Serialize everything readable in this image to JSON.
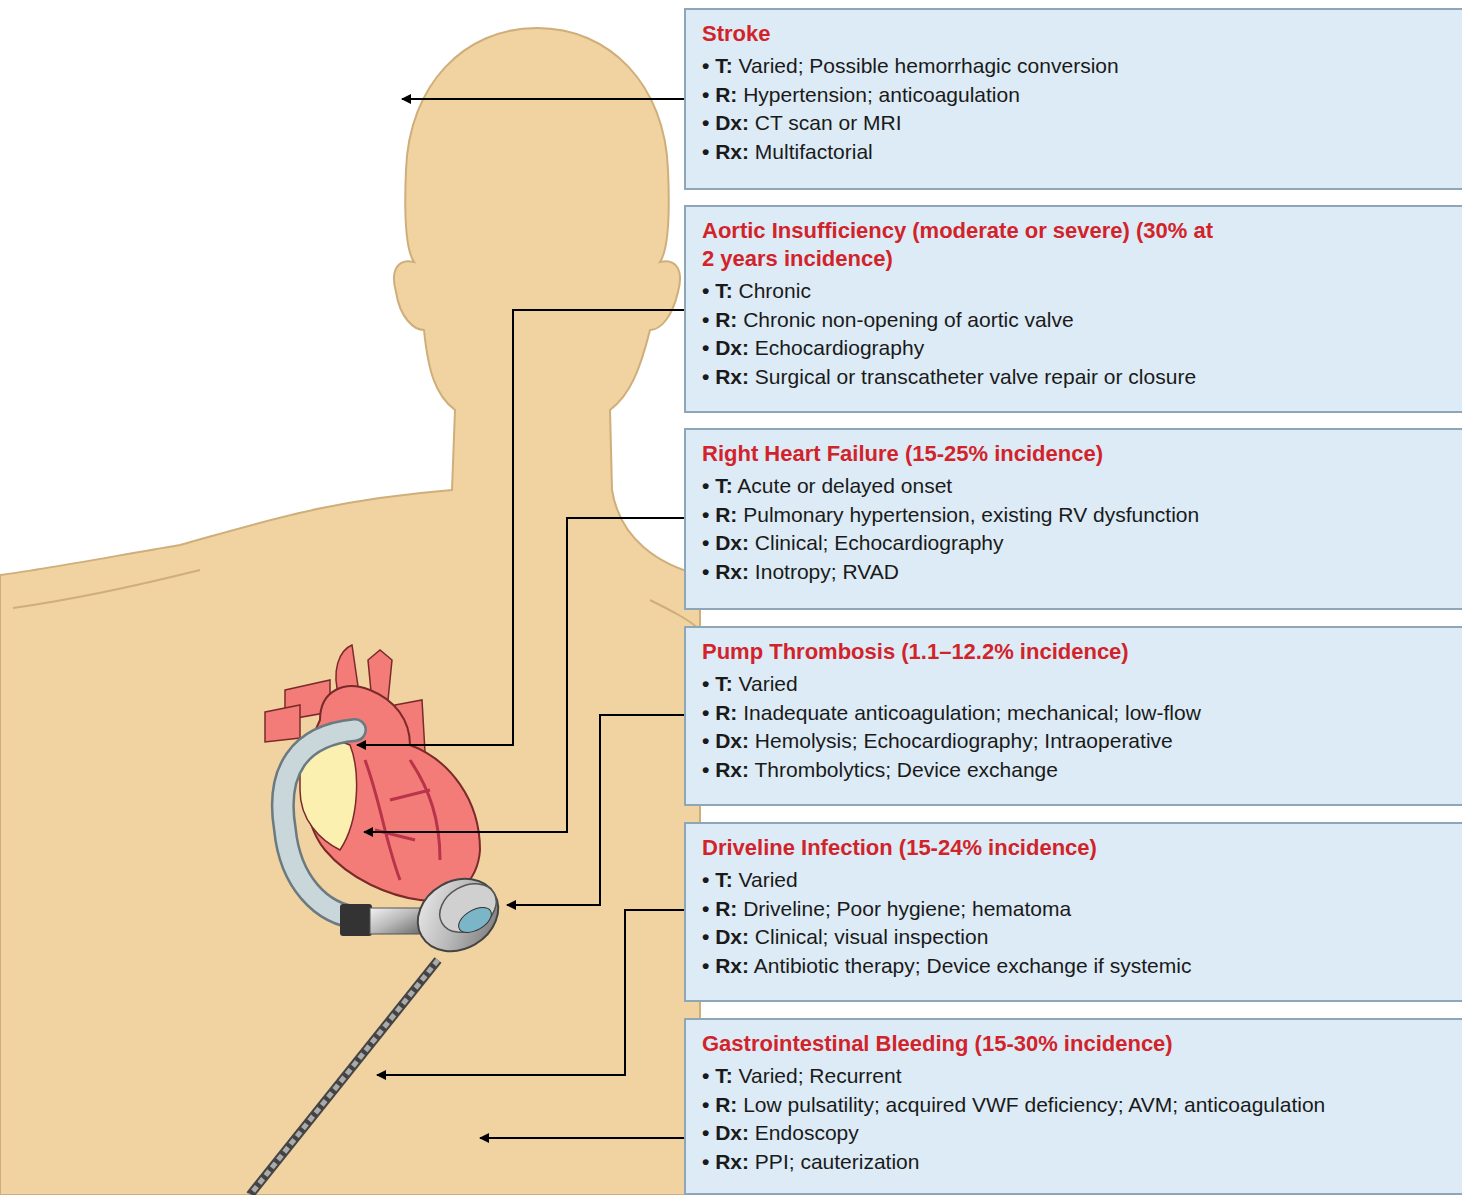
{
  "diagram": {
    "nodes": [
      {
        "text": [
          "Stroke",
          "• T: Varied; Possible hemorrhagic conversion",
          "• R: Hypertension; anticoagulation",
          "• Dx: CT scan or MRI",
          "• Rx: Multifactorial"
        ]
      },
      {
        "text": [
          "Aortic Insufficiency (moderate or severe) (30% at 2 years incidence)",
          "• T: Chronic",
          "• R: Chronic non-opening of aortic valve",
          "• Dx: Echocardiography",
          "• Rx: Surgical or transcatheter valve repair or closure"
        ]
      },
      {
        "text": [
          "Right Heart Failure (15-25% incidence)",
          "• T: Acute or delayed onset",
          "• R: Pulmonary hypertension, existing RV dysfunction",
          "• Dx: Clinical; Echocardiography",
          "• Rx: Inotropy; RVAD"
        ]
      },
      {
        "text": [
          "Pump Thrombosis (1.1–12.2% incidence)",
          "• T: Varied",
          "• R: Inadequate anticoagulation; mechanical; low-flow",
          "• Dx: Hemolysis; Echocardiography; Intraoperative",
          "• Rx: Thrombolytics; Device exchange"
        ]
      },
      {
        "text": [
          "Driveline Infection (15-24% incidence)",
          "• T: Varied",
          "• R: Driveline; Poor hygiene; hematoma",
          "• Dx: Clinical; visual inspection",
          "• Rx: Antibiotic therapy; Device exchange if systemic"
        ]
      },
      {
        "text": [
          "Gastrointestinal Bleeding (15-30% incidence)",
          "• T: Varied; Recurrent",
          "• R: Low pulsatility; acquired VWF deficiency; AVM; anticoagulation",
          "• Dx: Endoscopy",
          "• Rx: PPI; cauterization"
        ]
      }
    ],
    "edges": []
  }
}
